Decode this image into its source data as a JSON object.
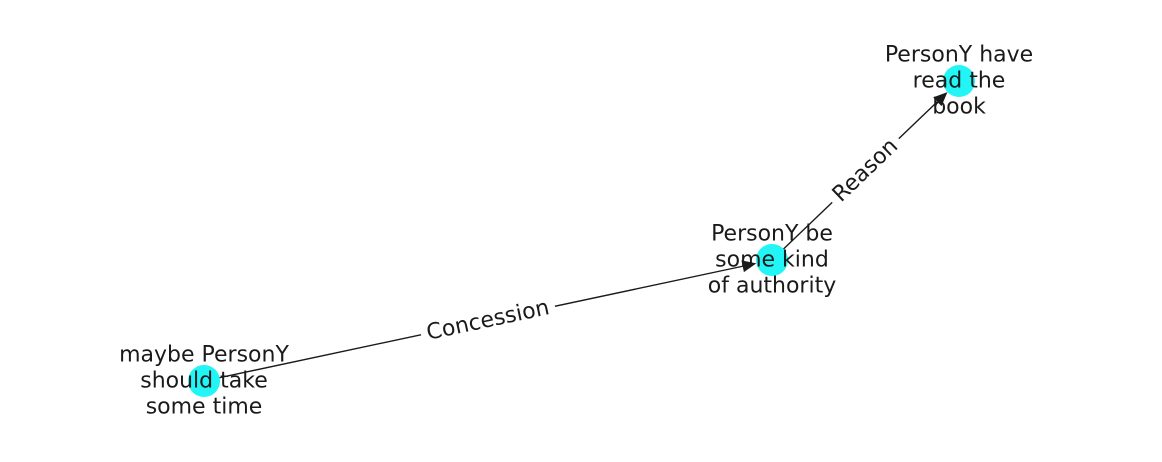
{
  "nodes": [
    {
      "id": "n1",
      "lines": [
        "maybe PersonY",
        "should take",
        "some time"
      ]
    },
    {
      "id": "n2",
      "lines": [
        "PersonY be",
        "some kind",
        "of authority"
      ]
    },
    {
      "id": "n3",
      "lines": [
        "PersonY have",
        "read the",
        "book"
      ]
    }
  ],
  "edges": [
    {
      "source": "n1",
      "target": "n2",
      "label": "Concession"
    },
    {
      "source": "n2",
      "target": "n3",
      "label": "Reason"
    }
  ],
  "colors": {
    "node_fill": "#22f5f5",
    "edge": "#1a1a1a",
    "text": "#1a1a1a"
  }
}
